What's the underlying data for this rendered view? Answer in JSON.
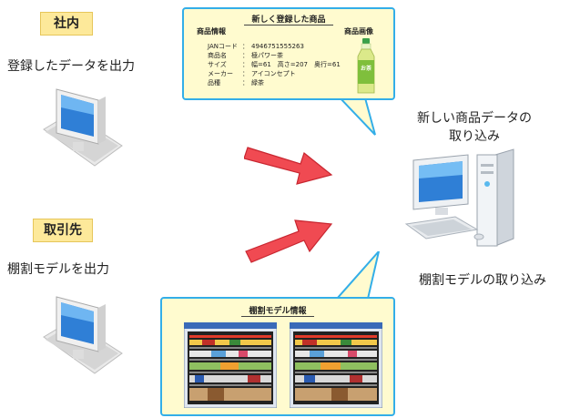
{
  "internal": {
    "tag": "社内",
    "caption": "登録したデータを出力"
  },
  "partner": {
    "tag": "取引先",
    "caption": "棚割モデルを出力"
  },
  "product_bubble": {
    "title": "新しく登録した商品",
    "info_header": "商品情報",
    "image_header": "商品画像",
    "bottle_label": "お茶",
    "rows": [
      {
        "key": "JANコード",
        "sep": "：",
        "value": "4946751555263"
      },
      {
        "key": "商品名",
        "sep": "：",
        "value": "極パワー茶"
      },
      {
        "key": "サイズ",
        "sep": "：",
        "value": "幅=61　高さ=207　奥行=61"
      },
      {
        "key": "メーカー",
        "sep": "：",
        "value": "アイコンセプト"
      },
      {
        "key": "品種",
        "sep": "：",
        "value": "緑茶"
      }
    ]
  },
  "shelf_bubble": {
    "title": "棚割モデル情報"
  },
  "receiver": {
    "new_data": "新しい商品データの\n取り込み",
    "shelf_import": "棚割モデルの取り込み"
  },
  "colors": {
    "bubble_border": "#33aee8",
    "bubble_fill": "#fffbcf",
    "tag_fill": "#fde99a",
    "arrow": "#e8343c"
  }
}
